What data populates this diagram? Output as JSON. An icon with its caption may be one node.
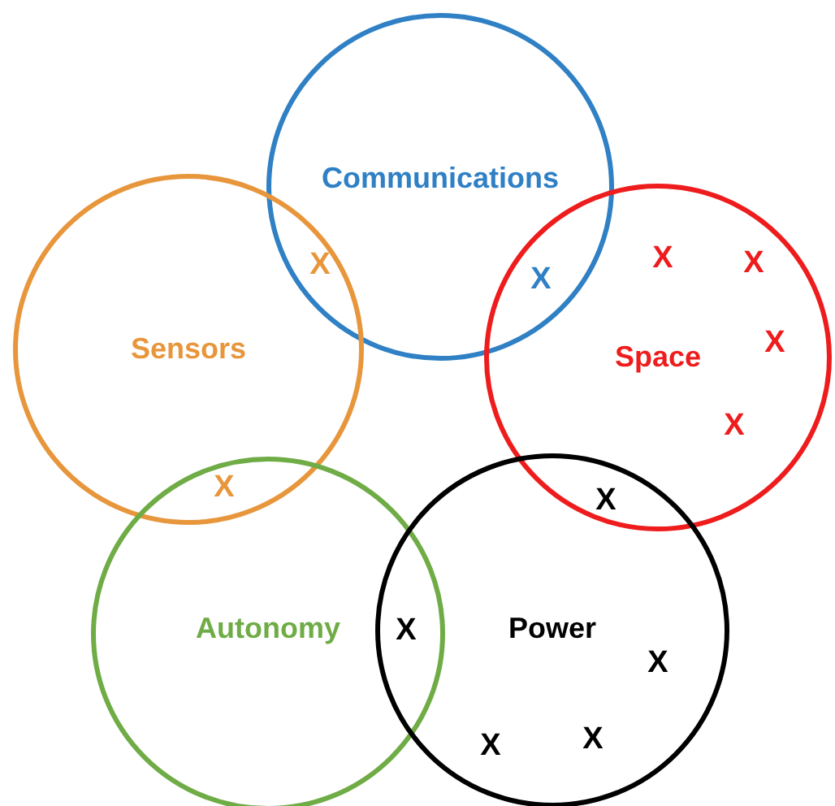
{
  "diagram": {
    "nodes": [
      {
        "text": [
          "Communications"
        ]
      },
      {
        "text": [
          "Sensors"
        ]
      },
      {
        "text": [
          "Space"
        ]
      },
      {
        "text": [
          "Autonomy"
        ]
      },
      {
        "text": [
          "Power"
        ]
      }
    ],
    "labels": [
      "X",
      "X",
      "X",
      "X",
      "X",
      "X",
      "X",
      "X",
      "X",
      "X",
      "X",
      "X"
    ]
  }
}
